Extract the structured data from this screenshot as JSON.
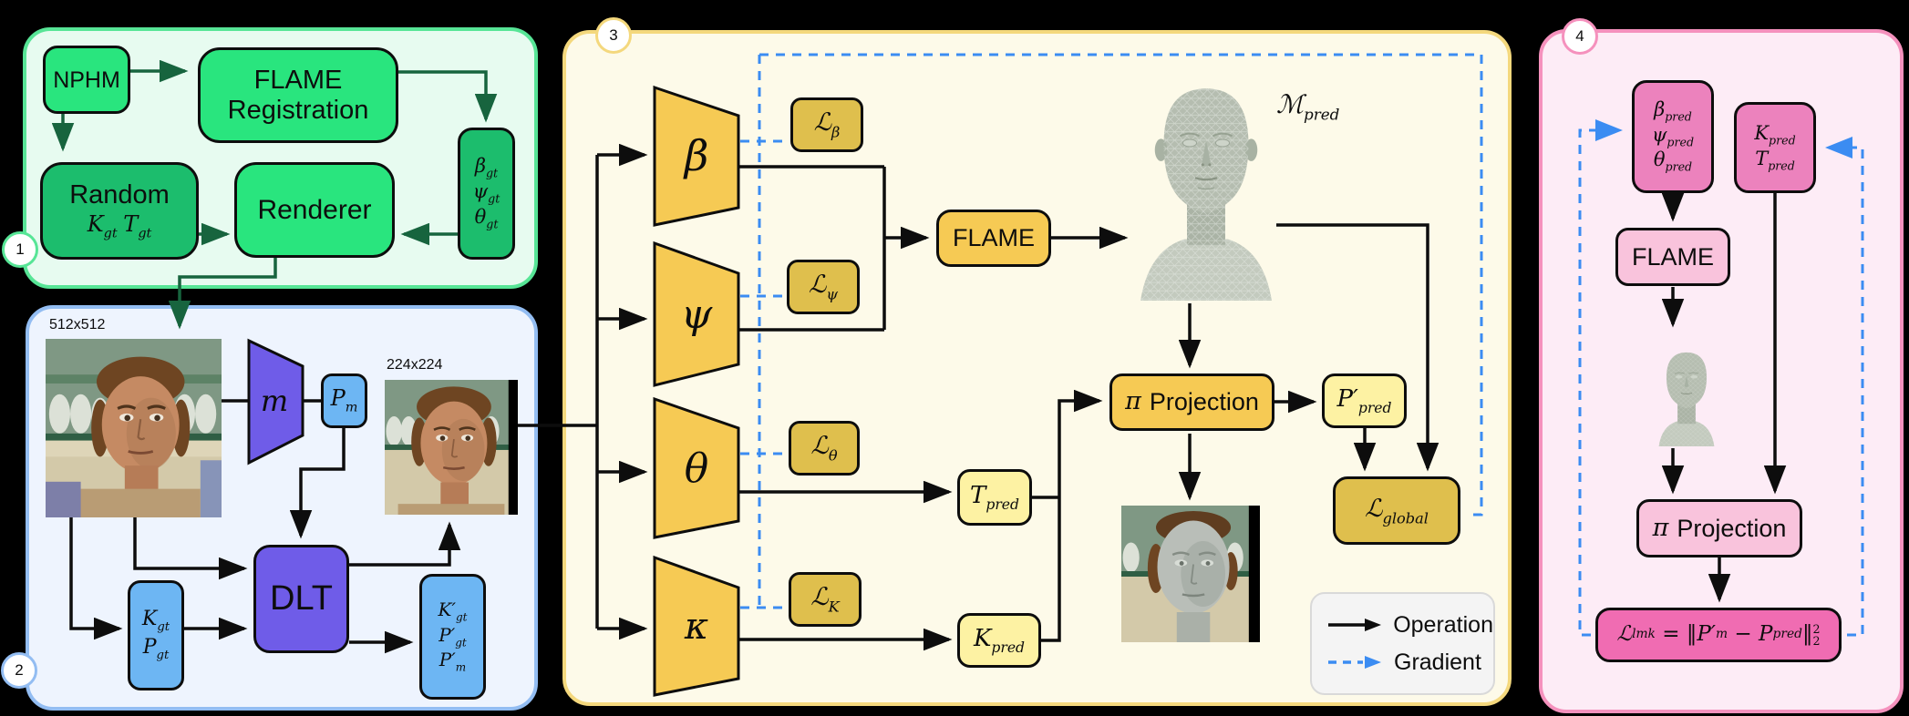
{
  "colors": {
    "background": "#000000",
    "panel1_bg": "#e7fbf0",
    "panel1_border": "#57e596",
    "green_bright": "#29e57e",
    "green_dark_box": "#1cbd6d",
    "green_arrow": "#17643e",
    "panel2_bg": "#eef4fe",
    "panel2_border": "#93bdf2",
    "blue_box": "#6db6f3",
    "purple_box": "#6f5ce8",
    "panel3_bg": "#fdfae9",
    "panel3_border": "#f4d87d",
    "gold": "#f6ca54",
    "gold_dark": "#dfbf4d",
    "yellow_pale": "#fdf2a3",
    "gradient_blue": "#3b8cf2",
    "panel4_bg": "#fdecf6",
    "panel4_border": "#f591bd",
    "pink": "#ec82bd",
    "pink_light": "#f9c3dc",
    "pink_deep": "#f06cb2"
  },
  "p1": {
    "number": "1",
    "nphm": "NPHM",
    "flame_registration": "FLAME Registration",
    "random": "Random",
    "k_gt": {
      "main": "K",
      "sub": "gt"
    },
    "t_gt": {
      "main": "T",
      "sub": "gt"
    },
    "renderer": "Renderer",
    "beta_gt": {
      "main": "β",
      "sub": "gt"
    },
    "psi_gt": {
      "main": "ψ",
      "sub": "gt"
    },
    "theta_gt": {
      "main": "θ",
      "sub": "gt"
    }
  },
  "p2": {
    "number": "2",
    "size_512": "512x512",
    "size_224": "224x224",
    "mask_net": "m",
    "p_m": {
      "main": "P",
      "sub": "m"
    },
    "dlt": "DLT",
    "k_gt": {
      "main": "K",
      "sub": "gt"
    },
    "p_gt": {
      "main": "P",
      "sub": "gt"
    },
    "kp_gt": {
      "main": "K′",
      "sub": "gt"
    },
    "pp_gt": {
      "main": "P′",
      "sub": "gt"
    },
    "pp_m": {
      "main": "P′",
      "sub": "m"
    }
  },
  "p3": {
    "number": "3",
    "enc_beta": "β",
    "enc_psi": "ψ",
    "enc_theta": "θ",
    "enc_kappa": "κ",
    "loss_beta": {
      "main": "ℒ",
      "sub": "β"
    },
    "loss_psi": {
      "main": "ℒ",
      "sub": "ψ"
    },
    "loss_theta": {
      "main": "ℒ",
      "sub": "θ"
    },
    "loss_kappa": {
      "main": "ℒ",
      "sub": "K"
    },
    "flame": "FLAME",
    "m_pred": {
      "main": "ℳ",
      "sub": "pred"
    },
    "t_pred": {
      "main": "T",
      "sub": "pred"
    },
    "k_pred": {
      "main": "K",
      "sub": "pred"
    },
    "pi": "π",
    "projection": "Projection",
    "pp_pred": {
      "main": "P′",
      "sub": "pred"
    },
    "loss_global": {
      "main": "ℒ",
      "sub": "global"
    },
    "legend": {
      "operation": "Operation",
      "gradient": "Gradient"
    }
  },
  "p4": {
    "number": "4",
    "beta_pred": {
      "main": "β",
      "sub": "pred"
    },
    "psi_pred": {
      "main": "ψ",
      "sub": "pred"
    },
    "theta_pred": {
      "main": "θ",
      "sub": "pred"
    },
    "k_pred": {
      "main": "K",
      "sub": "pred"
    },
    "t_pred": {
      "main": "T",
      "sub": "pred"
    },
    "flame": "FLAME",
    "pi": "π",
    "projection": "Projection",
    "loss_lmk": {
      "l": "ℒ",
      "l_sub": "lmk",
      "eq": " = ‖",
      "p1": "P′",
      "p1_sub": "m",
      "minus": " − ",
      "p2": "P",
      "p2_sub": "pred",
      "norm": "‖",
      "sup": "2",
      "sub": "2"
    }
  }
}
